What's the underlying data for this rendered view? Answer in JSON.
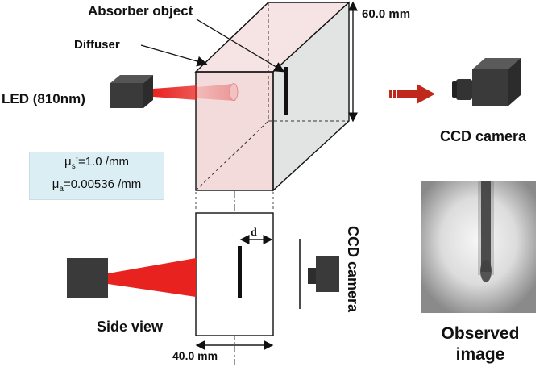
{
  "labels": {
    "absorber_object": "Absorber object",
    "height_dimension": "60.0 mm",
    "diffuser": "Diffuser",
    "led": "LED (810nm)",
    "ccd_camera_top": "CCD camera",
    "side_view": "Side view",
    "depth_marker": "d",
    "width_dimension": "40.0 mm",
    "ccd_camera_side": "CCD camera",
    "observed_line1": "Observed",
    "observed_line2": "image"
  },
  "parameters": {
    "mu_s_symbol": "μ",
    "mu_s_sub": "s",
    "mu_s_value": "’=1.0 /mm",
    "mu_a_symbol": "μ",
    "mu_a_sub": "a",
    "mu_a_value": "=0.00536 /mm"
  },
  "colors": {
    "beam": "#e8231f",
    "arrow": "#c0281c",
    "device": "#3a3a3a",
    "front_face": "#f3dadb",
    "side_face": "#e2e4e4",
    "param_box": "#dbeef4"
  }
}
